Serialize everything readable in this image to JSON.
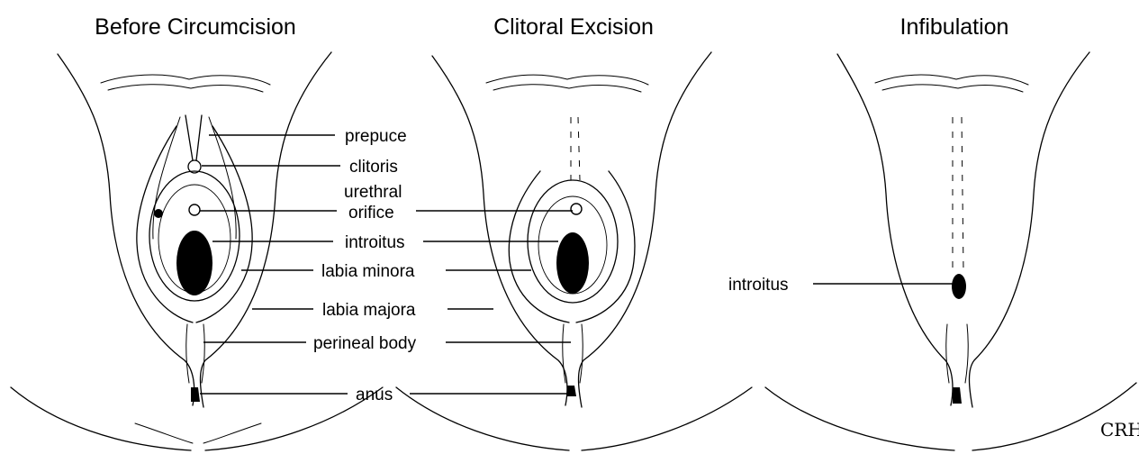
{
  "panels": [
    {
      "title": "Before Circumcision"
    },
    {
      "title": "Clitoral Excision"
    },
    {
      "title": "Infibulation"
    }
  ],
  "labels": {
    "prepuce": "prepuce",
    "clitoris": "clitoris",
    "urethral_1": "urethral",
    "urethral_2": "orifice",
    "introitus": "introitus",
    "labia_minora": "labia minora",
    "labia_majora": "labia majora",
    "perineal_body": "perineal body",
    "anus": "anus",
    "infib_introitus": "introitus"
  },
  "signature": "CRH"
}
